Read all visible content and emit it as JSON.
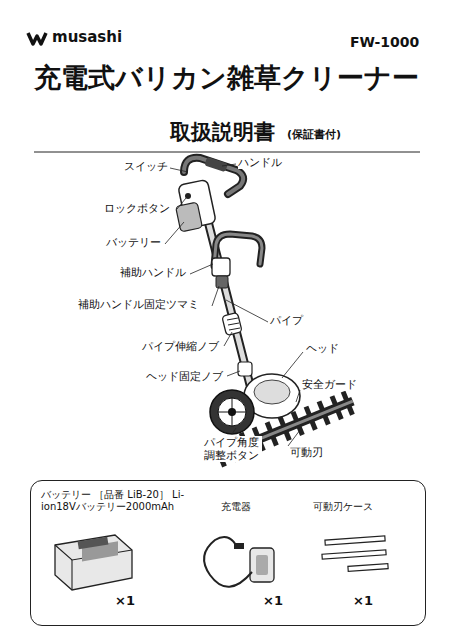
{
  "diagram": {
    "title": "充電式バリカン雑草クリーナー",
    "nodes": [
      {
        "text": [
          "バッテリー ［品番 LiB-20］ Li-ion18Vバッテリー2000mAh",
          "充電器",
          "可動刃ケース",
          "×1",
          "×1",
          "×1"
        ]
      }
    ],
    "labels": [
      "musashi",
      "FW-1000",
      "取扱説明書",
      "(保証書付)",
      "スイッチ",
      "ハンドル",
      "ロックボタン",
      "バッテリー",
      "補助ハンドル",
      "補助ハンドル固定ツマミ",
      "パイプ",
      "パイプ伸縮ノブ",
      "ヘッド",
      "ヘッド固定ノブ",
      "安全ガード",
      "パイプ角度 調整ボタン",
      "可動刃"
    ]
  }
}
